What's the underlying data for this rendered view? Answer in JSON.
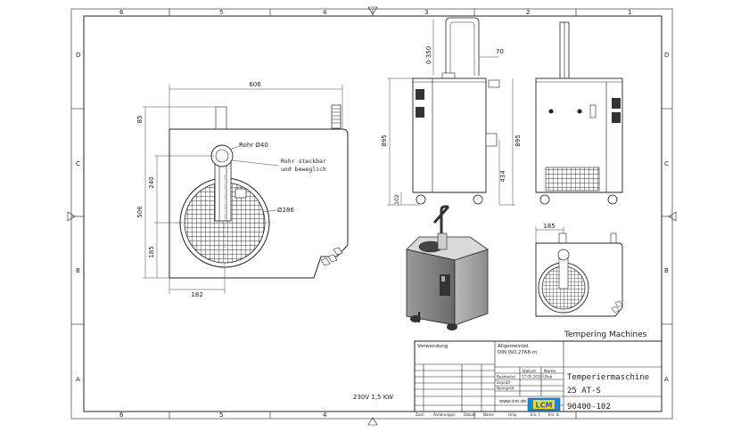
{
  "frame": {
    "top_columns": [
      "6",
      "5",
      "4",
      "3",
      "2",
      "1"
    ],
    "side_rows": [
      "D",
      "C",
      "B",
      "A"
    ]
  },
  "top_view": {
    "dim_width": "606",
    "dim_85": "85",
    "dim_240": "240",
    "dim_506": "506",
    "dim_185": "185",
    "dim_182": "182",
    "label_rohr": "Rohr Ø40",
    "label_steckbar_1": "Rohr steckbar",
    "label_steckbar_2": "und beweglich",
    "label_diam": "Ø286"
  },
  "front_view": {
    "dim_0_350": "0-350",
    "dim_70": "70",
    "dim_895_left": "895",
    "dim_102": "102",
    "dim_895_right": "895",
    "dim_434": "434"
  },
  "small_top": {
    "dim_185": "185"
  },
  "title_block": {
    "product_line": "Tempering Machines",
    "verwendung": "Verwendung",
    "allgemeintol": "Allgemeintol.",
    "norm": "DIN ISO 2768-m",
    "datum": "Datum",
    "name": "Name",
    "bearbeitet": "Bearbeitet",
    "bearb_date": "17.05.2010",
    "bearb_name": "Ulleb",
    "geprueft": "Geprüft",
    "normpruef": "Normprüf.",
    "title_1": "Temperiermaschine",
    "title_2": "25 AT-S",
    "website": "www.lcm.de",
    "logo": "LCM",
    "drawing_no": "90400-102",
    "rev_labels": [
      "Zust.",
      "Änderungen",
      "Datum",
      "Name",
      "Ursp.",
      "Ers. f.",
      "Ers. d."
    ],
    "spec": "230V 1,5 KW"
  }
}
